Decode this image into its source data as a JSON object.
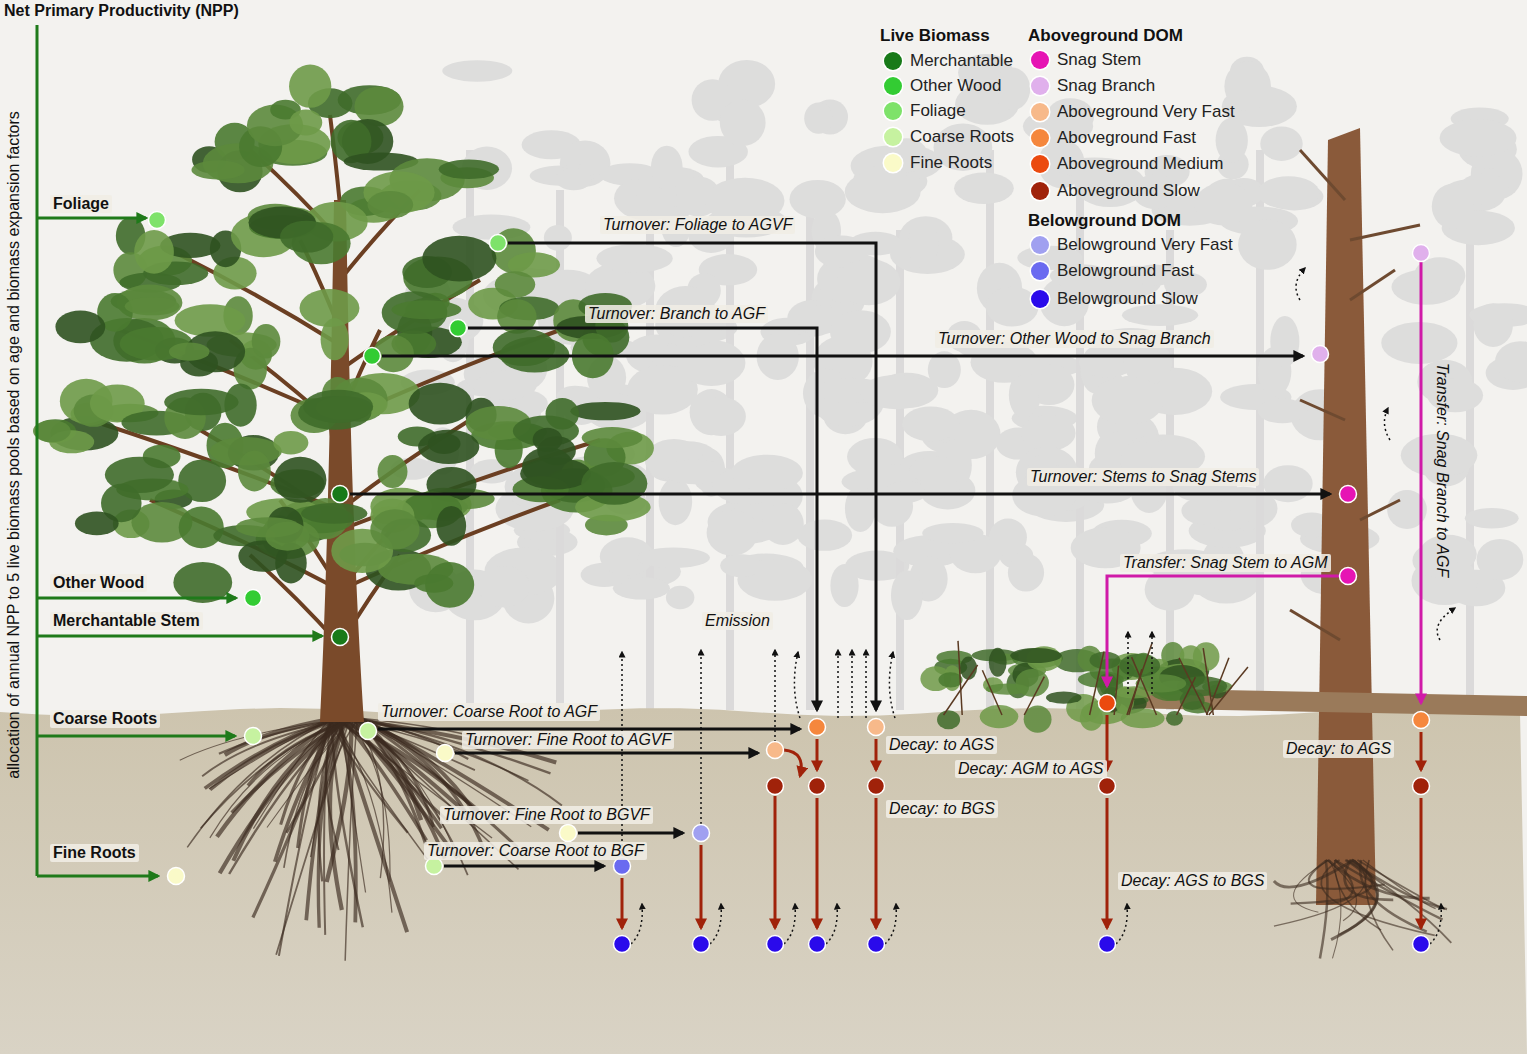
{
  "diagram": {
    "labels": [
      "Net Primary Productivity (NPP)",
      "allocation of annual NPP to 5 live biomass pools based on age and biomass expansion factors",
      "Foliage",
      "Other Wood",
      "Merchantable Stem",
      "Coarse Roots",
      "Fine Roots",
      "Live Biomass",
      "Aboveground DOM",
      "Belowground DOM",
      "Turnover: Foliage to AGVF",
      "Turnover: Branch to AGF",
      "Turnover: Other Wood to Snag Branch",
      "Turnover: Stems to Snag Stems",
      "Transfer: Snag Stem to AGM",
      "Transfer: Snag Branch to AGF",
      "Emission",
      "Turnover: Coarse Root to AGF",
      "Turnover: Fine Root to AGVF",
      "Decay: to AGS",
      "Decay: AGM to AGS",
      "Decay: to AGS",
      "Decay: to BGS",
      "Turnover: Fine Root to BGVF",
      "Turnover: Coarse Root to BGF",
      "Decay: AGS to BGS"
    ],
    "legend": [
      {
        "text": "Merchantable",
        "color": "#187a19"
      },
      {
        "text": "Other Wood",
        "color": "#33cc33"
      },
      {
        "text": "Foliage",
        "color": "#7ee26a"
      },
      {
        "text": "Coarse Roots",
        "color": "#c6f2a0"
      },
      {
        "text": "Fine Roots",
        "color": "#fafac8"
      },
      {
        "text": "Snag Stem",
        "color": "#e614b4"
      },
      {
        "text": "Snag Branch",
        "color": "#e0b0ec"
      },
      {
        "text": "Aboveground Very Fast",
        "color": "#f7b98a"
      },
      {
        "text": "Aboveground Fast",
        "color": "#f5873d"
      },
      {
        "text": "Aboveground Medium",
        "color": "#eb4a0f"
      },
      {
        "text": "Aboveground Slow",
        "color": "#a0220a"
      },
      {
        "text": "Belowground Very Fast",
        "color": "#a0a0f0"
      },
      {
        "text": "Belowground Fast",
        "color": "#6a6af0"
      },
      {
        "text": "Belowground Slow",
        "color": "#2a0aeb"
      }
    ]
  }
}
